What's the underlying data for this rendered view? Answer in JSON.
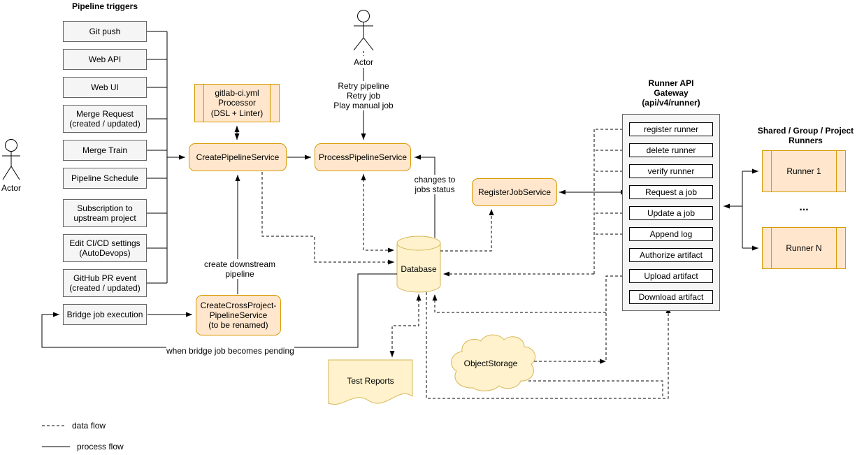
{
  "pipeline_triggers": {
    "title": "Pipeline triggers",
    "items": [
      "Git push",
      "Web API",
      "Web UI",
      "Merge Request\n(created / updated)",
      "Merge Train",
      "Pipeline Schedule",
      "Subscription to\nupstream project",
      "Edit CI/CD settings\n(AutoDevops)",
      "GitHub PR event\n(created / updated)",
      "Bridge job execution"
    ]
  },
  "actors": {
    "left_label": "Actor",
    "top_label": "Actor"
  },
  "services": {
    "processor": "gitlab-ci.yml\nProcessor\n(DSL + Linter)",
    "create_pipeline": "CreatePipelineService",
    "process_pipeline": "ProcessPipelineService",
    "register_job": "RegisterJobService",
    "create_cross_project": "CreateCrossProject-\nPipelineService\n(to be renamed)"
  },
  "storage": {
    "database": "Database",
    "test_reports": "Test Reports",
    "object_storage": "ObjectStorage"
  },
  "gateway": {
    "title": "Runner API\nGateway\n(api/v4/runner)",
    "endpoints": [
      "register runner",
      "delete runner",
      "verify runner",
      "Request a job",
      "Update a job",
      "Append log",
      "Authorize artifact",
      "Upload artifact",
      "Download artifact"
    ]
  },
  "runners": {
    "title": "Shared / Group / Project\nRunners",
    "first": "Runner 1",
    "ellipsis": "...",
    "last": "Runner N"
  },
  "edge_labels": {
    "retry": "Retry pipeline\nRetry job\nPlay manual job",
    "changes": "changes to\njobs status",
    "create_downstream": "create downstream\npipeline",
    "when_bridge": "when bridge job becomes pending"
  },
  "legend": {
    "data_flow_label": "data flow",
    "process_flow_label": "process flow"
  },
  "colors": {
    "service_fill": "#ffe6cc",
    "service_stroke": "#d79b00",
    "storage_fill": "#fff2cc",
    "storage_stroke": "#d6b656",
    "trigger_fill": "#f5f5f5",
    "trigger_stroke": "#666666"
  }
}
